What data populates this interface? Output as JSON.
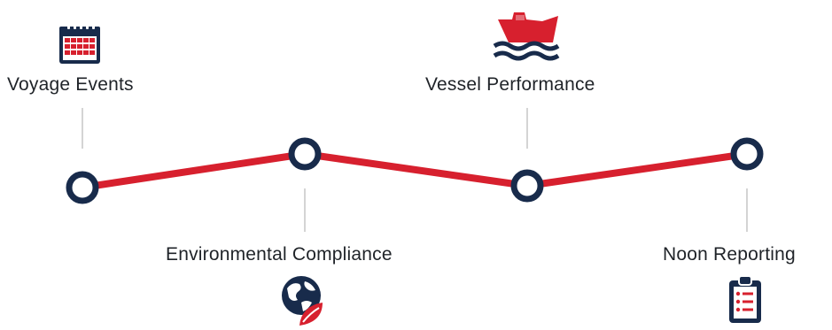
{
  "timeline": {
    "colors": {
      "line": "#d7202e",
      "node": "#182b4b",
      "connector": "#b8b8b8",
      "icon_dark": "#182b4b",
      "icon_red": "#d7202e"
    },
    "steps": [
      {
        "label": "Voyage Events",
        "icon": "calendar-icon",
        "position": "top"
      },
      {
        "label": "Environmental Compliance",
        "icon": "globe-leaf-icon",
        "position": "bottom"
      },
      {
        "label": "Vessel Performance",
        "icon": "ship-icon",
        "position": "top"
      },
      {
        "label": "Noon Reporting",
        "icon": "clipboard-list-icon",
        "position": "bottom"
      }
    ]
  }
}
